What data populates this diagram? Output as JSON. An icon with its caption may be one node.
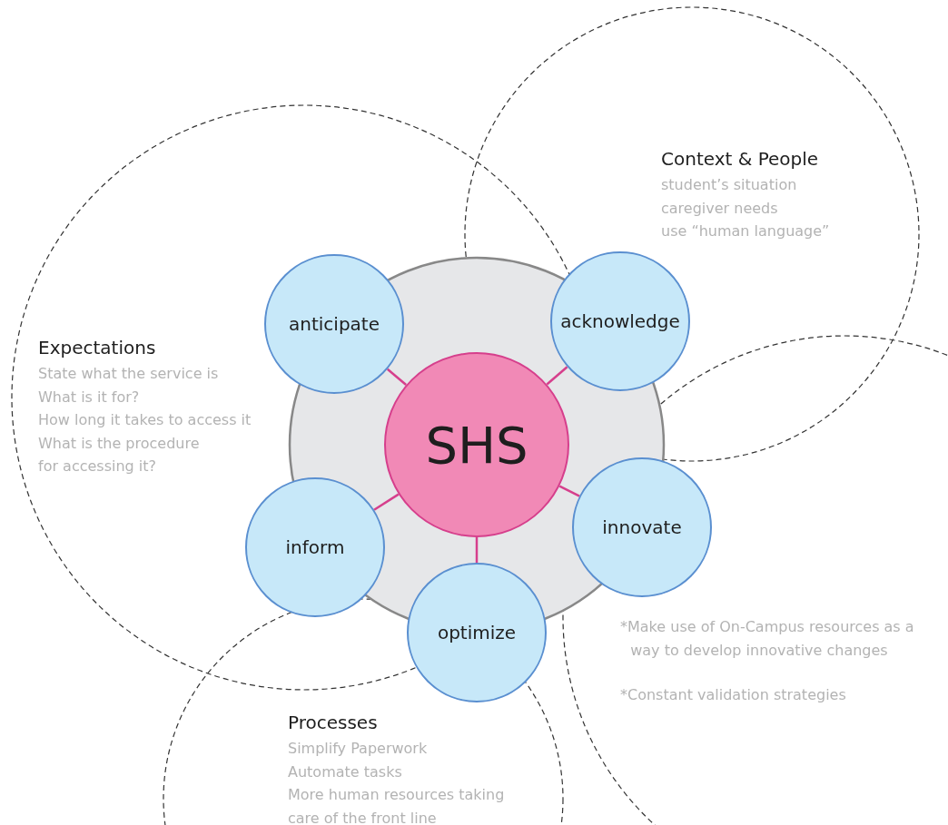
{
  "diagram": {
    "nodes": [
      {
        "text": [
          "Context & People",
          "student’s situation",
          "caregiver needs",
          "use “human language”"
        ]
      },
      {
        "text": [
          "Expectations",
          "State what the service is",
          "What is it for?",
          "How long it takes to access it",
          "What is the procedure for accessing it?"
        ]
      },
      {
        "text": [
          "SHS"
        ]
      },
      {
        "text": [
          "anticipate"
        ]
      },
      {
        "text": [
          "acknowledge"
        ]
      },
      {
        "text": [
          "inform"
        ]
      },
      {
        "text": [
          "innovate"
        ]
      },
      {
        "text": [
          "optimize"
        ]
      },
      {
        "text": [
          "*Make use of On-Campus resources as a way to develop innovative changes",
          "*Constant validation strategies"
        ]
      },
      {
        "text": [
          "Processes",
          "Simplify Paperwork",
          "Automate tasks",
          "More human resources taking care of the front line"
        ]
      }
    ],
    "edges": [
      {
        "from": 2,
        "to": 3,
        "arrow": "none"
      },
      {
        "from": 2,
        "to": 4,
        "arrow": "none"
      },
      {
        "from": 2,
        "to": 5,
        "arrow": "none"
      },
      {
        "from": 2,
        "to": 6,
        "arrow": "none"
      },
      {
        "from": 2,
        "to": 7,
        "arrow": "none"
      }
    ]
  }
}
